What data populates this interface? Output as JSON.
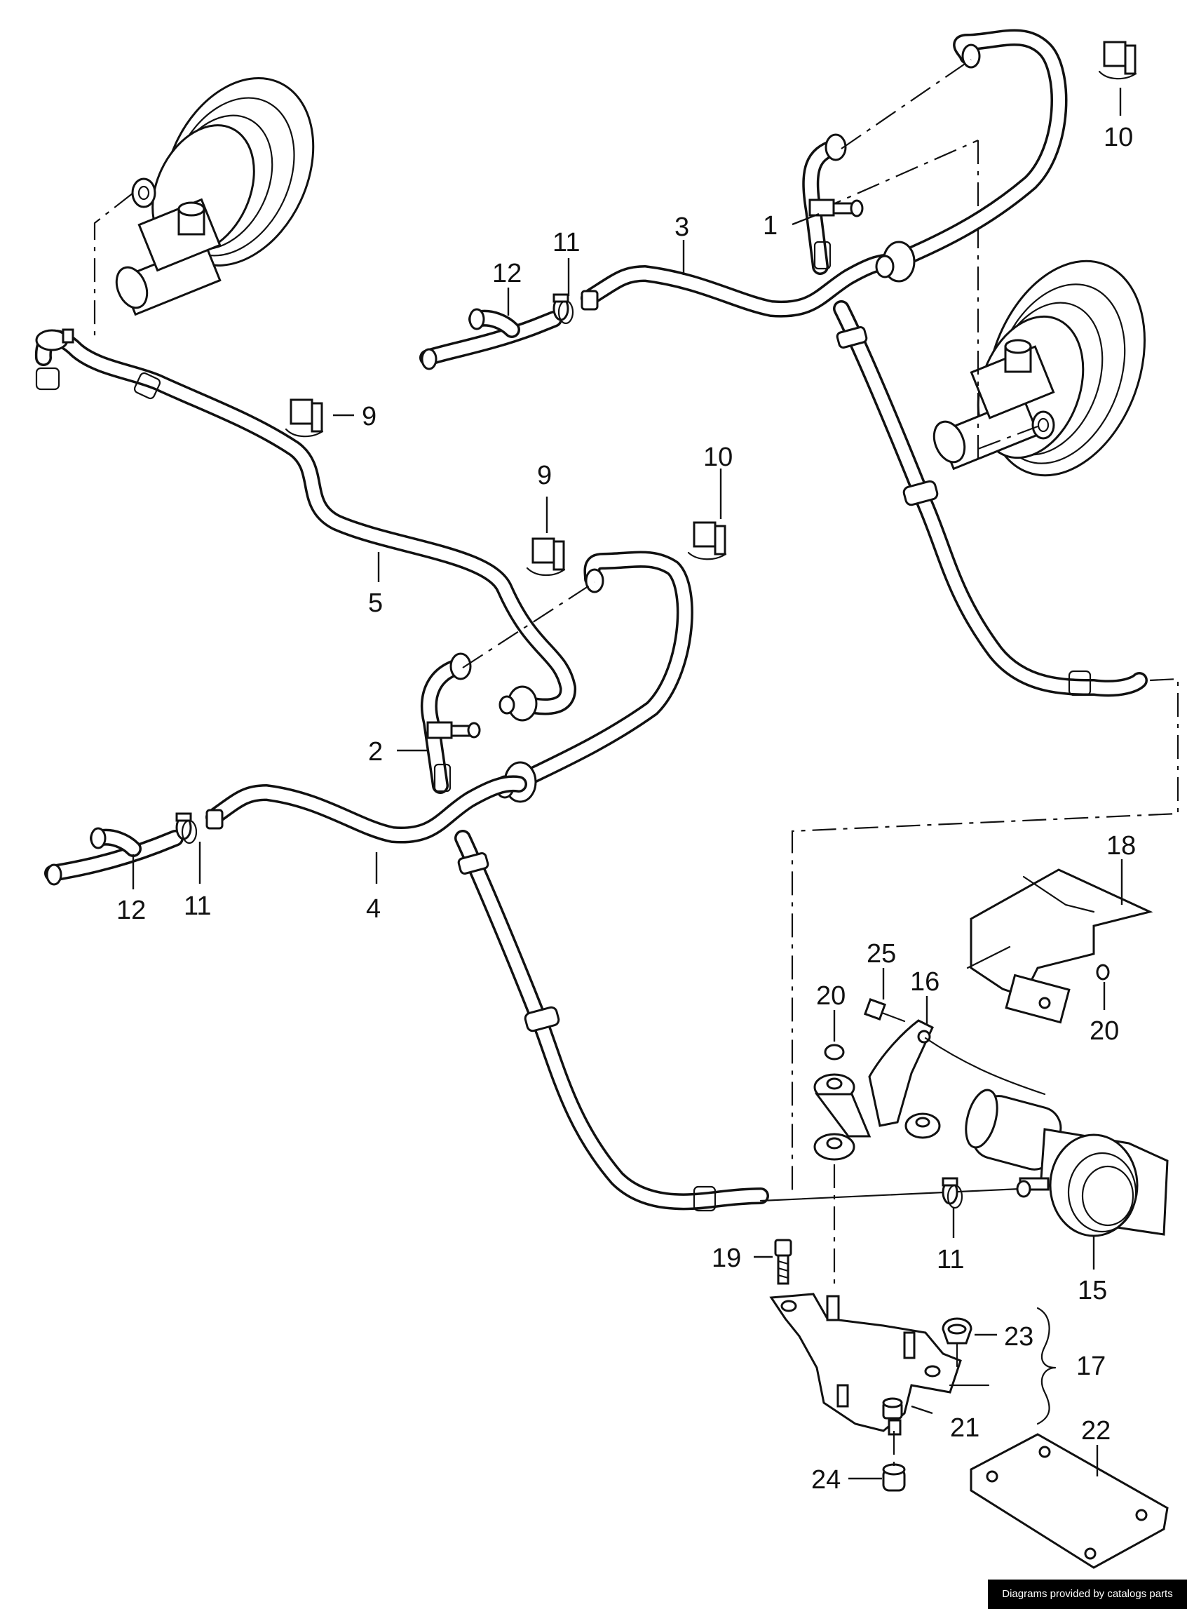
{
  "callouts": [
    {
      "id": "c1",
      "text": "1"
    },
    {
      "id": "c2",
      "text": "2"
    },
    {
      "id": "c3",
      "text": "3"
    },
    {
      "id": "c4",
      "text": "4"
    },
    {
      "id": "c5",
      "text": "5"
    },
    {
      "id": "c9a",
      "text": "9"
    },
    {
      "id": "c9b",
      "text": "9"
    },
    {
      "id": "c10a",
      "text": "10"
    },
    {
      "id": "c10b",
      "text": "10"
    },
    {
      "id": "c11a",
      "text": "11"
    },
    {
      "id": "c11b",
      "text": "11"
    },
    {
      "id": "c11c",
      "text": "11"
    },
    {
      "id": "c12a",
      "text": "12"
    },
    {
      "id": "c12b",
      "text": "12"
    },
    {
      "id": "c15",
      "text": "15"
    },
    {
      "id": "c16",
      "text": "16"
    },
    {
      "id": "c17",
      "text": "17"
    },
    {
      "id": "c18",
      "text": "18"
    },
    {
      "id": "c19",
      "text": "19"
    },
    {
      "id": "c20a",
      "text": "20"
    },
    {
      "id": "c20b",
      "text": "20"
    },
    {
      "id": "c21",
      "text": "21"
    },
    {
      "id": "c22",
      "text": "22"
    },
    {
      "id": "c23",
      "text": "23"
    },
    {
      "id": "c24",
      "text": "24"
    },
    {
      "id": "c25",
      "text": "25"
    }
  ],
  "credit": "Diagrams provided by catalogs parts"
}
